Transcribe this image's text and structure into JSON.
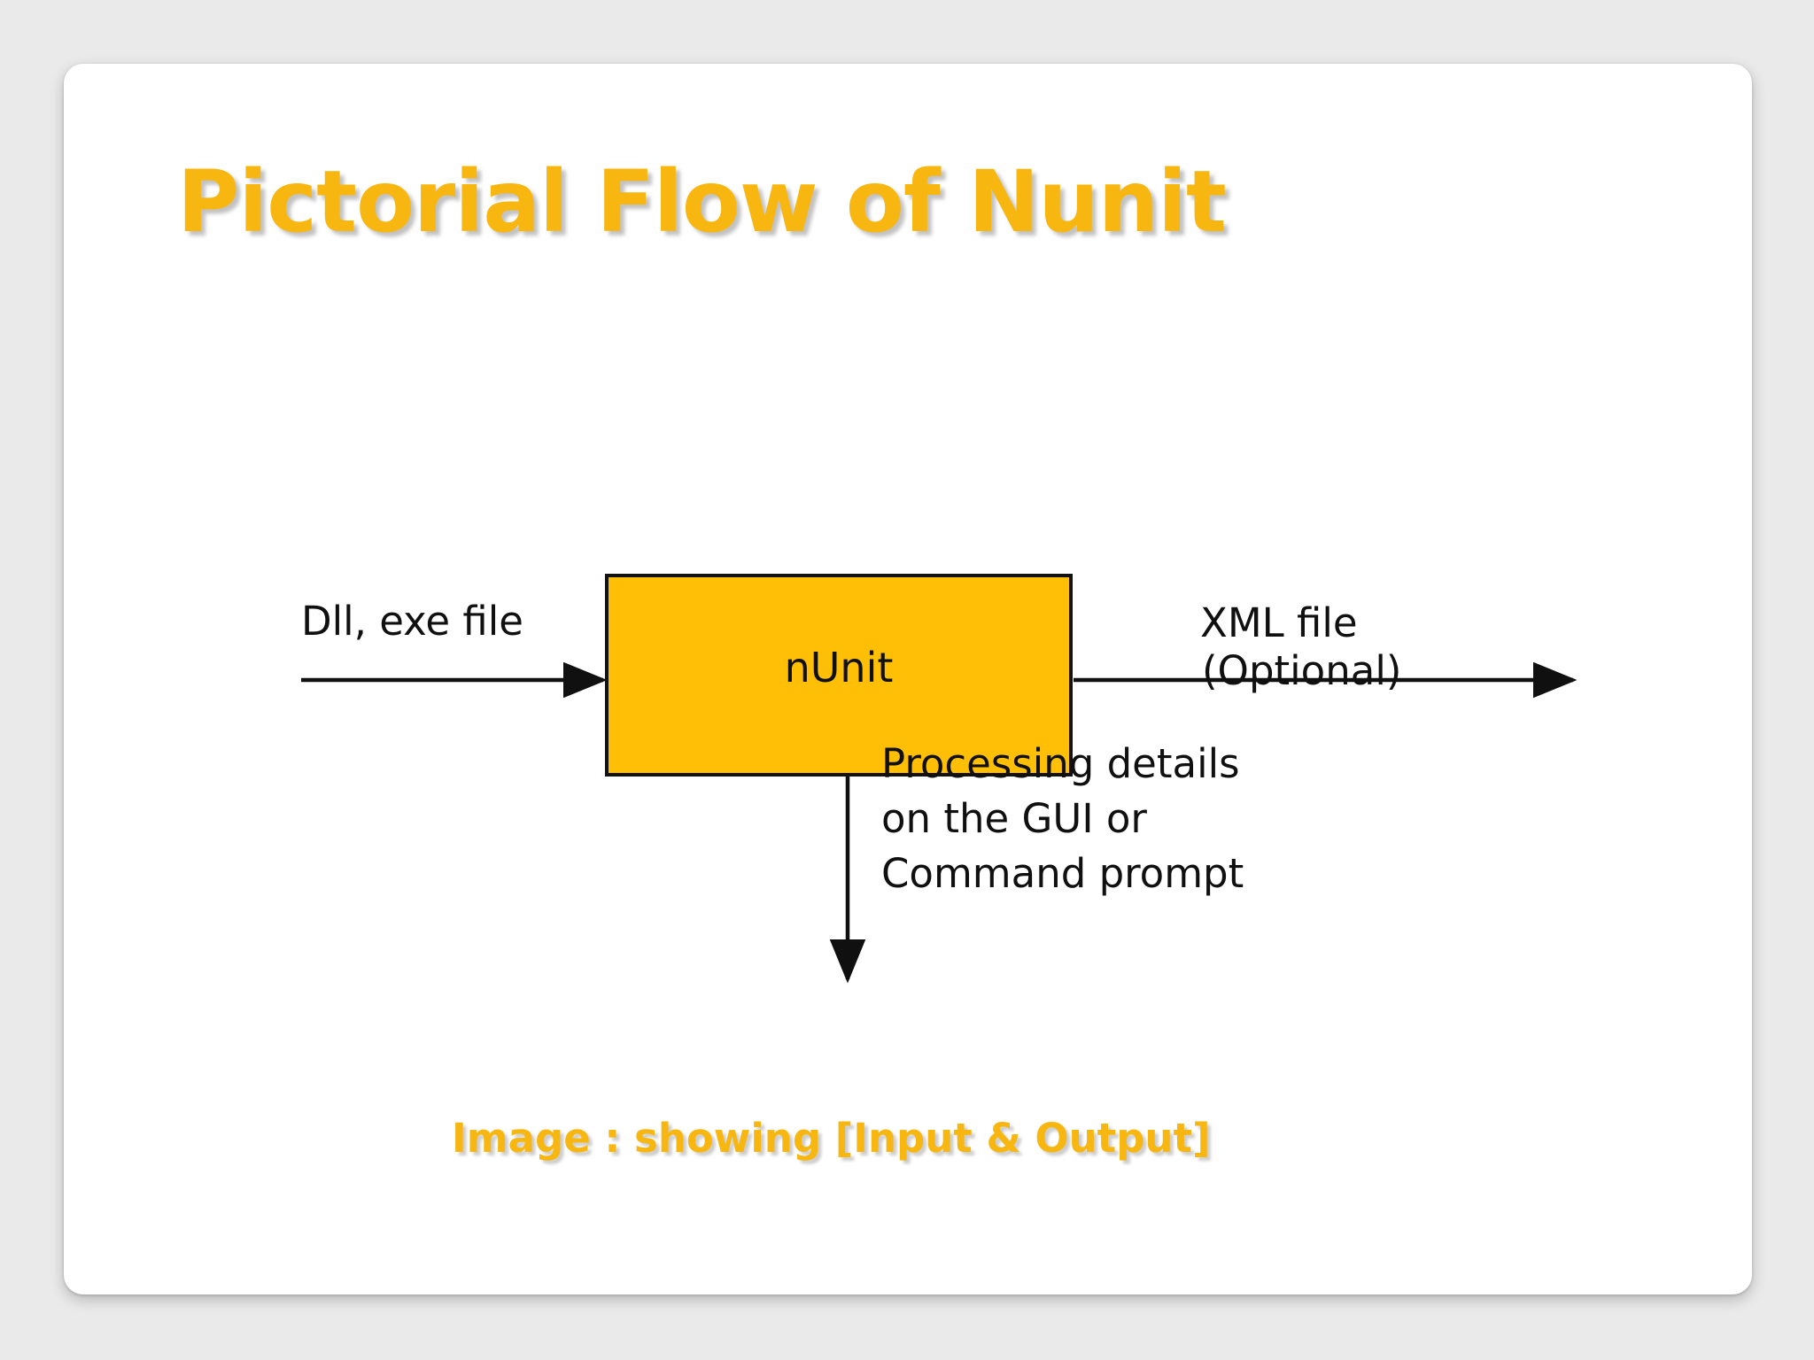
{
  "slide": {
    "title": "Pictorial Flow of Nunit",
    "caption": "Image : showing [Input & Output]",
    "background_color": "#eaeaea",
    "card_color": "#ffffff",
    "accent_color": "#f8b611"
  },
  "diagram": {
    "type": "flow",
    "box": {
      "label": "nUnit",
      "fill_color": "#ffbf07",
      "border_color": "#121212"
    },
    "input_arrow": {
      "label": "Dll, exe file",
      "direction": "right"
    },
    "output_arrow": {
      "label_above": "XML file",
      "label_below": "(Optional)",
      "direction": "right"
    },
    "down_arrow": {
      "label_line1": "Processing details",
      "label_line2": "on the GUI or",
      "label_line3": "Command prompt",
      "direction": "down"
    }
  }
}
